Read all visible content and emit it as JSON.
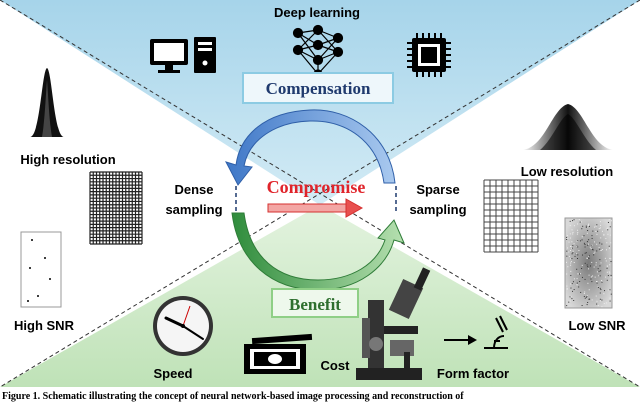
{
  "labels": {
    "deep_learning": "Deep learning",
    "compensation": "Compensation",
    "compromise": "Compromise",
    "benefit": "Benefit",
    "high_resolution": "High resolution",
    "low_resolution": "Low resolution",
    "dense_line1": "Dense",
    "dense_line2": "sampling",
    "sparse_line1": "Sparse",
    "sparse_line2": "sampling",
    "high_snr": "High SNR",
    "low_snr": "Low SNR",
    "speed": "Speed",
    "cost": "Cost",
    "form_factor": "Form factor"
  },
  "caption": "Figure 1. Schematic illustrating the concept of neural network-based image processing and reconstruction of",
  "colors": {
    "top_region": "#bde0ef",
    "bottom_region": "#cfeacc",
    "compensation_text": "#1f3a6e",
    "compensation_box": "#9fd3e6",
    "compromise_text": "#e0242b",
    "benefit_text": "#2e6f2e",
    "benefit_box": "#a9d8a2",
    "cycle_blue": "#5b8fd6",
    "cycle_green": "#3aa04a",
    "red_arrow": "#e8504f"
  },
  "icons": [
    "monitor-icon",
    "computer-tower-icon",
    "neural-network-icon",
    "chip-icon",
    "clock-icon",
    "money-icon",
    "microscope-icon",
    "small-microscope-icon"
  ]
}
